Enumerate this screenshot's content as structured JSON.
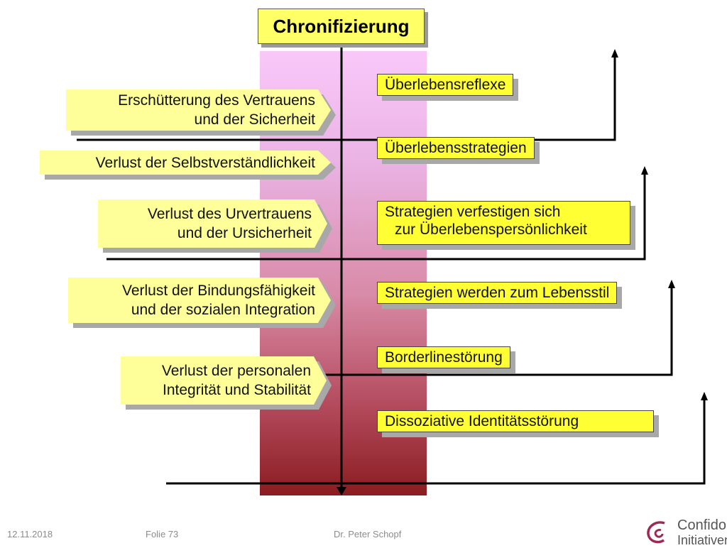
{
  "title": "Chronifizierung",
  "left_items": [
    {
      "line1": "Erschütterung des Vertrauens",
      "line2": "und der Sicherheit"
    },
    {
      "line1": "Verlust der Selbstverständlichkeit",
      "line2": ""
    },
    {
      "line1": "Verlust des Urvertrauens",
      "line2": "und der Ursicherheit"
    },
    {
      "line1": "Verlust der Bindungsfähigkeit",
      "line2": "und der sozialen Integration"
    },
    {
      "line1": "Verlust der personalen",
      "line2": "Integrität und Stabilität"
    }
  ],
  "right_items": [
    {
      "line1": "Überlebensreflexe",
      "line2": ""
    },
    {
      "line1": "Überlebensstrategien",
      "line2": ""
    },
    {
      "line1": "Strategien verfestigen sich",
      "line2": "zur Überlebenspersönlichkeit"
    },
    {
      "line1": "Strategien werden zum Lebensstil",
      "line2": ""
    },
    {
      "line1": "Borderlinestörung",
      "line2": ""
    },
    {
      "line1": "Dissoziative Identitätsstörung",
      "line2": ""
    }
  ],
  "footer": {
    "date": "12.11.2018",
    "slide": "Folie 73",
    "author": "Dr. Peter Schopf"
  },
  "logo": {
    "line1": "Confido",
    "line2": "Initiativen"
  },
  "colors": {
    "band_top": "#f9c8f9",
    "band_bottom": "#8a1c20",
    "box_yellow": "#ffff33",
    "pentagon_yellow": "#ffff99",
    "title_yellow": "#ffff66"
  }
}
